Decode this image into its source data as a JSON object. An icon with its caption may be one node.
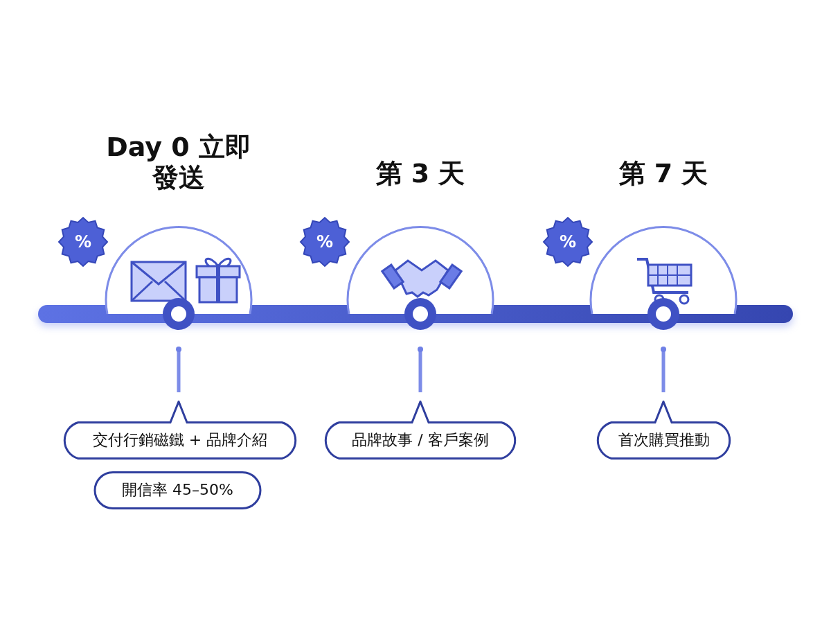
{
  "diagram": {
    "nodes": [
      {
        "text": [
          "Day 0 立即發送"
        ]
      },
      {
        "text": [
          "第 3 天"
        ]
      },
      {
        "text": [
          "第 7 天"
        ]
      },
      {
        "text": [
          "交付行銷磁鐵 + 品牌介紹"
        ]
      },
      {
        "text": [
          "開信率 45–50%"
        ]
      },
      {
        "text": [
          "品牌故事 / 客戶案例"
        ]
      },
      {
        "text": [
          "首次購買推動"
        ]
      }
    ],
    "edges": [
      {
        "from": 0,
        "to": 3,
        "arrow": "other"
      },
      {
        "from": 1,
        "to": 5,
        "arrow": "other"
      },
      {
        "from": 2,
        "to": 6,
        "arrow": "other"
      }
    ],
    "labels": [
      "%",
      "%",
      "%"
    ]
  }
}
